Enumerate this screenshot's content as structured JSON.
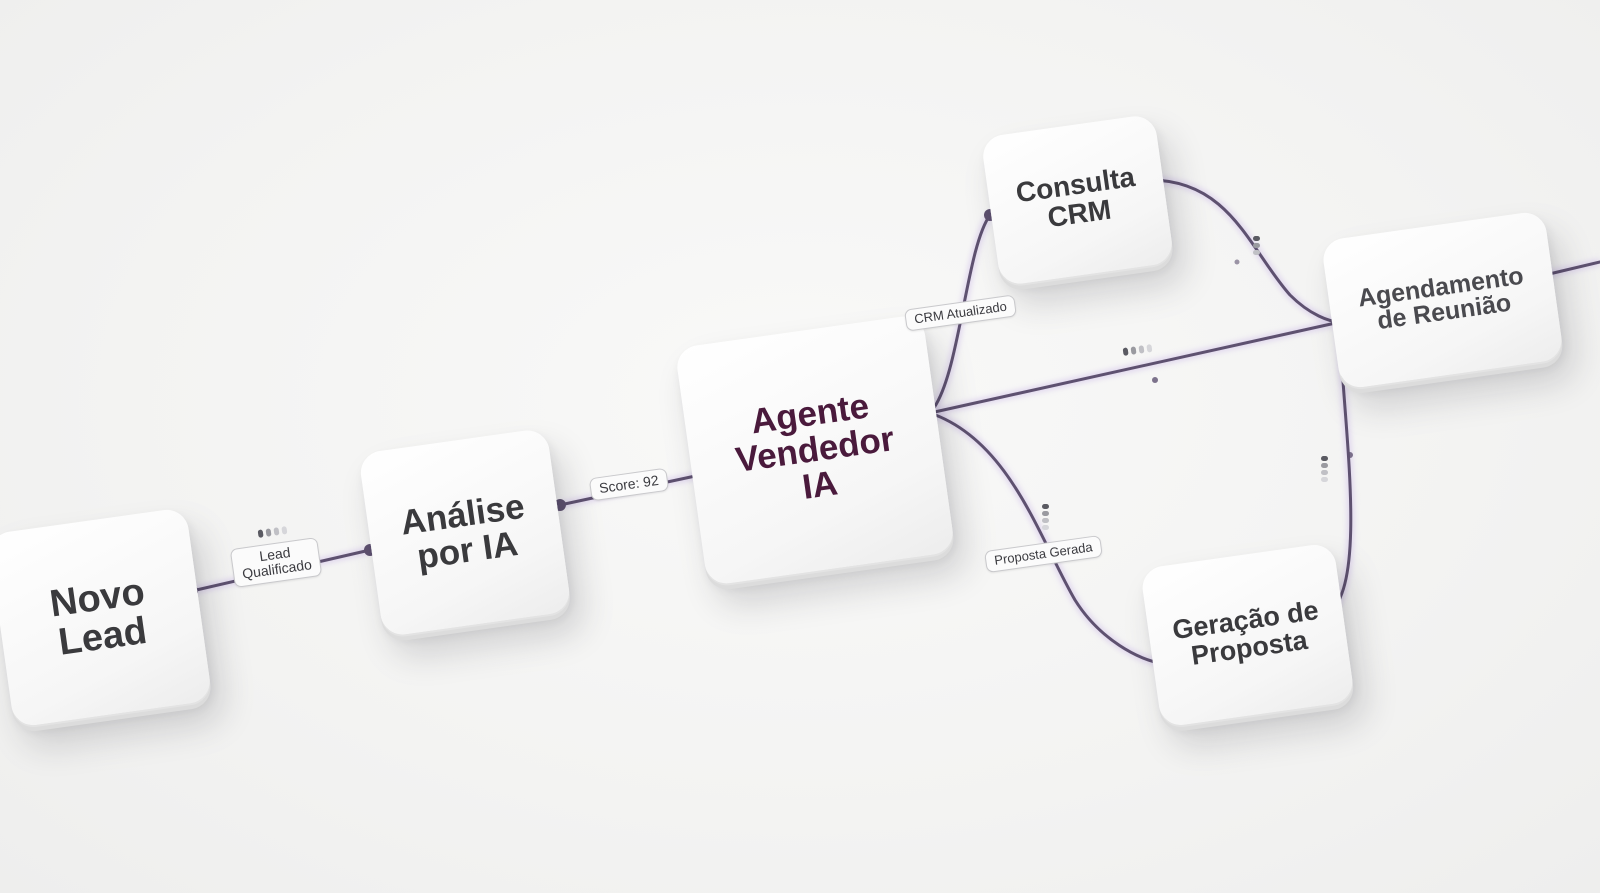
{
  "nodes": {
    "novo_lead": "Novo\nLead",
    "analise_ia": "Análise\npor IA",
    "agente_vendedor": "Agente\nVendedor\nIA",
    "consulta_crm": "Consulta\nCRM",
    "agendamento": "Agendamento\nde Reunião",
    "geracao_proposta": "Geração de\nProposta"
  },
  "edges": {
    "lead_qualificado": "Lead\nQualificado",
    "score": "Score: 92",
    "crm_atualizado": "CRM Atualizado",
    "proposta_gerada": "Proposta Gerada"
  },
  "colors": {
    "wire": "#5e5170",
    "wire_glow": "#c9b7e6",
    "accent_text": "#4a1a3c"
  }
}
